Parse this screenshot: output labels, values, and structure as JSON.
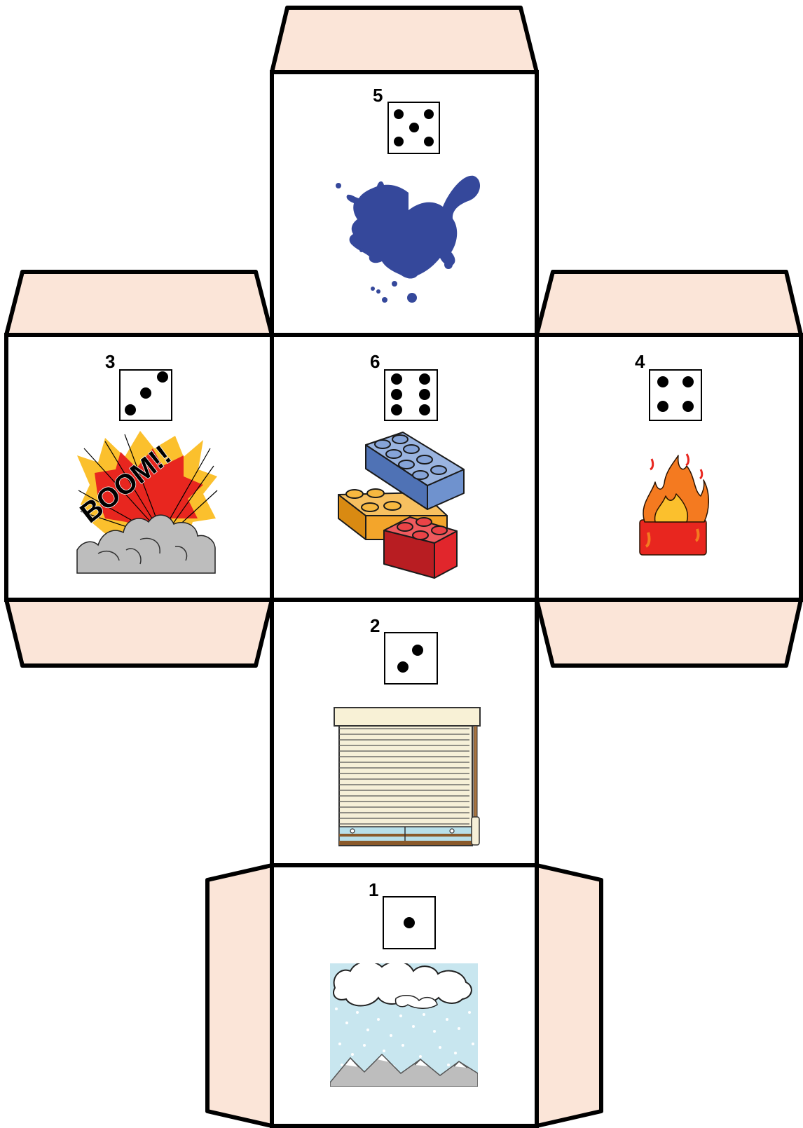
{
  "colors": {
    "flap": "#fbe5d8",
    "outline": "#000000",
    "ink_splat": "#35489b",
    "brick_blue": "#6f92ce",
    "brick_orange": "#f3a52b",
    "brick_red": "#e1262c",
    "fire_red": "#e8261f",
    "fire_orange": "#f47a20",
    "fire_yellow": "#fbc02d",
    "snow_sky": "#c8e6ef",
    "smoke": "#bdbdbd"
  },
  "faces": [
    {
      "number": "5",
      "pips": 5,
      "picture": "ink-splat-icon"
    },
    {
      "number": "3",
      "pips": 3,
      "picture": "explosion-icon",
      "picture_text": "BOOM!!"
    },
    {
      "number": "6",
      "pips": 6,
      "picture": "toy-bricks-icon"
    },
    {
      "number": "4",
      "pips": 4,
      "picture": "fire-icon"
    },
    {
      "number": "2",
      "pips": 2,
      "picture": "window-blind-icon"
    },
    {
      "number": "1",
      "pips": 1,
      "picture": "snowy-mountains-icon"
    }
  ]
}
